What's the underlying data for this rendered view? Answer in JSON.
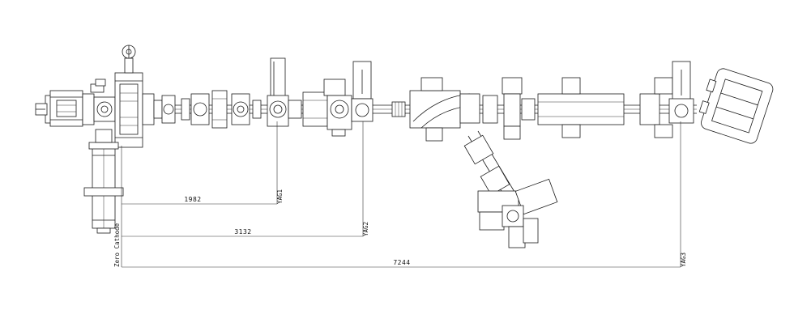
{
  "dimensions": {
    "yag1": "1982",
    "yag2": "3132",
    "yag3": "7244"
  },
  "labels": {
    "zero": "Zero Cathode",
    "yag1": "YAG1",
    "yag2": "YAG2",
    "yag3": "YAG3"
  }
}
